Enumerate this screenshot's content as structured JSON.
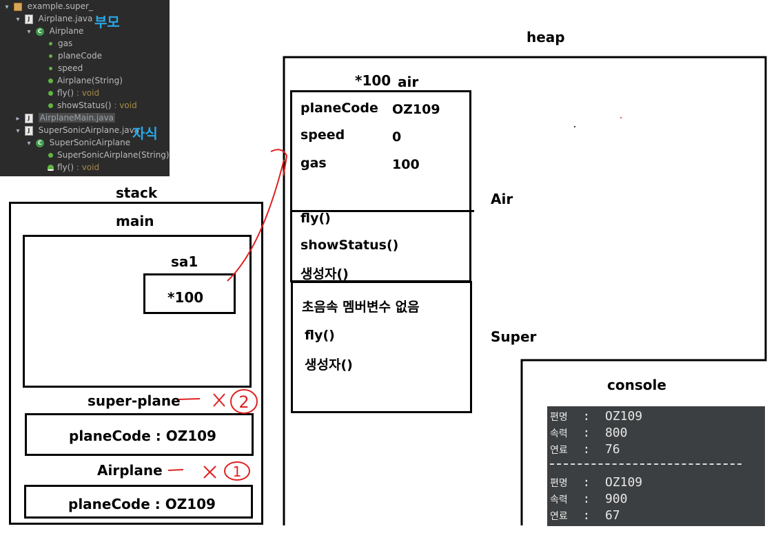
{
  "tree": {
    "package": "example.super_",
    "file1": "Airplane.java",
    "file1_note": "부모",
    "class1": "Airplane",
    "field1": "gas",
    "field2": "planeCode",
    "field3": "speed",
    "ctor1": "Airplane(String)",
    "method1": "fly()",
    "method1_ret": " : void",
    "method2": "showStatus()",
    "method2_ret": " : void",
    "file2": "AirplaneMain.java",
    "file3": "SuperSonicAirplane.java",
    "file3_note": "자식",
    "class2": "SuperSonicAirplane",
    "ctor2": "SuperSonicAirplane(String)",
    "method3": "fly()",
    "method3_ret": " : void"
  },
  "stack": {
    "title": "stack",
    "main_label": "main",
    "sa1_label": "sa1",
    "sa1_value": "*100",
    "super_plane_label": "super-plane",
    "super_plane_value": "planeCode : OZ109",
    "airplane_label": "Airplane",
    "airplane_value": "planeCode : OZ109"
  },
  "heap": {
    "title": "heap",
    "address": "*100",
    "object_name": "air",
    "fields": [
      {
        "name": "planeCode",
        "value": "OZ109"
      },
      {
        "name": "speed",
        "value": "0"
      },
      {
        "name": "gas",
        "value": "100"
      }
    ],
    "air_methods": [
      "fly()",
      "showStatus()",
      "생성자()"
    ],
    "air_label": "Air",
    "super_title": "초음속 멤버변수 없음",
    "super_methods": [
      "fly()",
      "생성자()"
    ],
    "super_label": "Super"
  },
  "console": {
    "title": "console",
    "block1": [
      {
        "key": "편명",
        "value": "OZ109"
      },
      {
        "key": "속력",
        "value": "800"
      },
      {
        "key": "연료",
        "value": "76"
      }
    ],
    "block2": [
      {
        "key": "편명",
        "value": "OZ109"
      },
      {
        "key": "속력",
        "value": "900"
      },
      {
        "key": "연료",
        "value": "67"
      }
    ]
  },
  "annotations": {
    "mark1": "1",
    "mark2": "2",
    "annotation_color": "#e02020"
  }
}
